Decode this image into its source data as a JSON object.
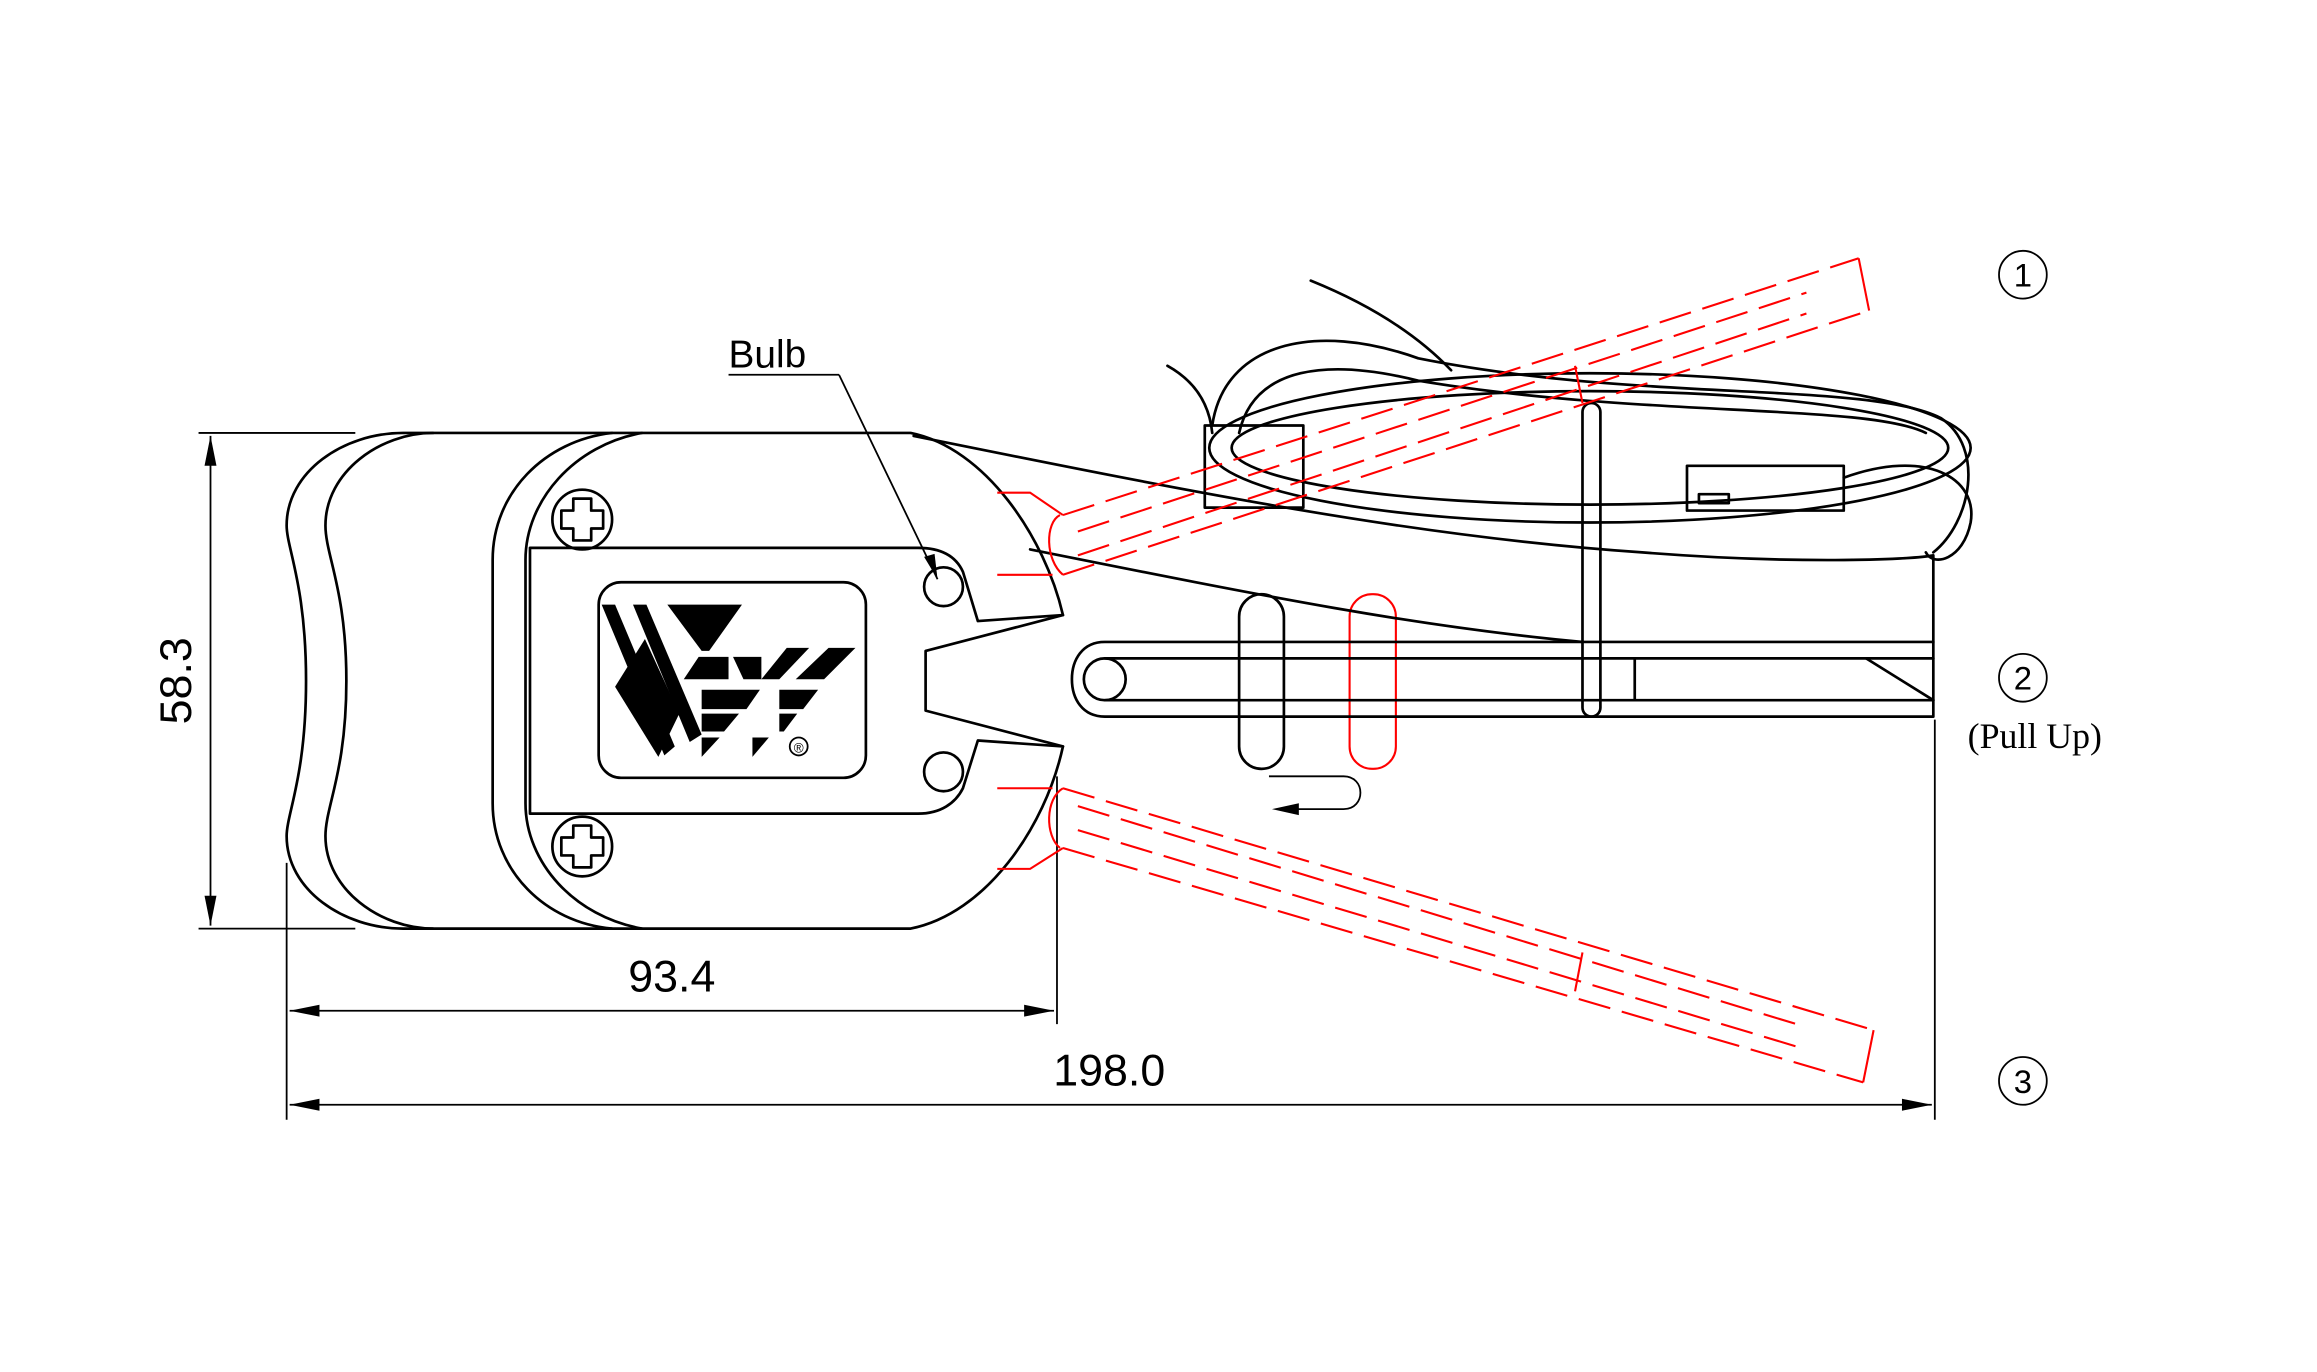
{
  "labels": {
    "bulb": "Bulb",
    "dim_height": "58.3",
    "dim_body_length": "93.4",
    "dim_total_length": "198.0",
    "position_1": "1",
    "position_2": "2",
    "position_2_note": "(Pull Up)",
    "position_3": "3",
    "registered_mark": "®"
  },
  "colors": {
    "outline": "#000000",
    "alternate_position": "#ff0000"
  }
}
